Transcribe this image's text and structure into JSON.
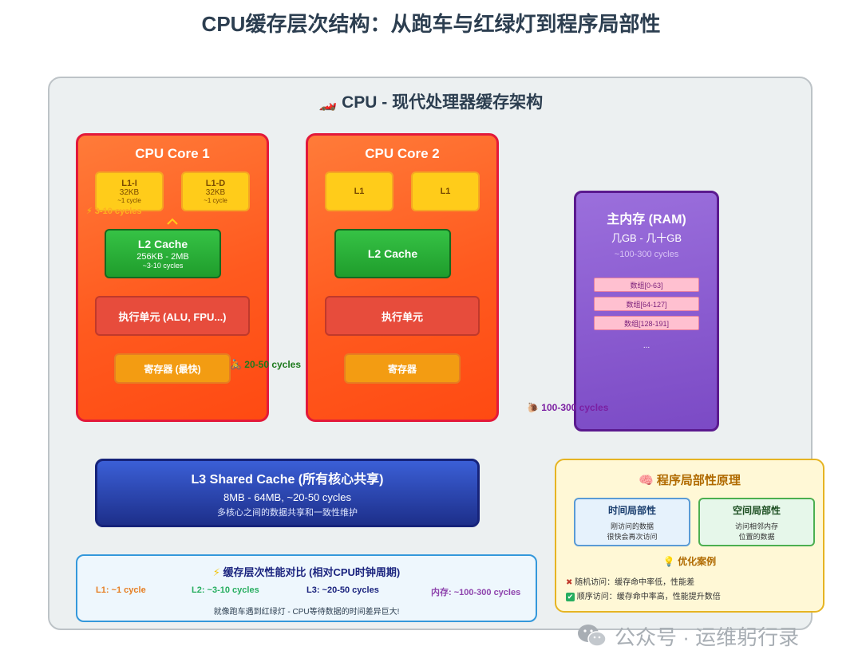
{
  "title": "CPU缓存层次结构：从跑车与红绿灯到程序局部性",
  "cpu": {
    "icon": "race-car-icon",
    "icon_glyph": "🏎️",
    "label": "CPU - 现代处理器缓存架构"
  },
  "core1": {
    "title": "CPU Core 1",
    "l1i": {
      "name": "L1-I",
      "size": "32KB",
      "cycles": "~1 cycle"
    },
    "l1d": {
      "name": "L1-D",
      "size": "32KB",
      "cycles": "~1 cycle"
    },
    "l2": {
      "name": "L2 Cache",
      "size": "256KB - 2MB",
      "cycles": "~3-10 cycles"
    },
    "exec": "执行单元 (ALU, FPU...)",
    "reg": "寄存器 (最快)"
  },
  "core2": {
    "title": "CPU Core 2",
    "l1a": "L1",
    "l1b": "L1",
    "l2": "L2 Cache",
    "exec": "执行单元",
    "reg": "寄存器"
  },
  "latency": {
    "l2_label": "3-10 cycles",
    "l2_glyph": "⚡",
    "l3_label": "20-50 cycles",
    "l3_glyph": "🚴",
    "ram_label": "100-300 cycles",
    "ram_glyph": "🐌"
  },
  "ram": {
    "title": "主内存 (RAM)",
    "size": "几GB - 几十GB",
    "cycles": "~100-300 cycles",
    "blocks": [
      "数组[0-63]",
      "数组[64-127]",
      "数组[128-191]"
    ],
    "more": "..."
  },
  "l3": {
    "title": "L3 Shared Cache (所有核心共享)",
    "size": "8MB - 64MB, ~20-50 cycles",
    "desc": "多核心之间的数据共享和一致性维护"
  },
  "perf": {
    "glyph": "⚡",
    "title": "缓存层次性能对比 (相对CPU时钟周期)",
    "items": [
      {
        "label": "L1: ~1 cycle",
        "color": "#e67e22"
      },
      {
        "label": "L2: ~3-10 cycles",
        "color": "#27ae60"
      },
      {
        "label": "L3: ~20-50 cycles",
        "color": "#1a237e"
      },
      {
        "label": "内存: ~100-300 cycles",
        "color": "#8e44ad"
      }
    ],
    "note": "就像跑车遇到红绿灯 - CPU等待数据的时间差异巨大!"
  },
  "locality": {
    "glyph": "🧠",
    "title": "程序局部性原理",
    "temporal": {
      "title": "时间局部性",
      "line1": "刚访问的数据",
      "line2": "很快会再次访问"
    },
    "spatial": {
      "title": "空间局部性",
      "line1": "访问相邻内存",
      "line2": "位置的数据"
    },
    "case_glyph": "💡",
    "case_title": "优化案例",
    "bad_glyph": "✖",
    "bad": "随机访问：缓存命中率低，性能差",
    "good_glyph": "✔",
    "good": "顺序访问：缓存命中率高，性能提升数倍"
  },
  "watermark": "公众号 · 运维躬行录"
}
